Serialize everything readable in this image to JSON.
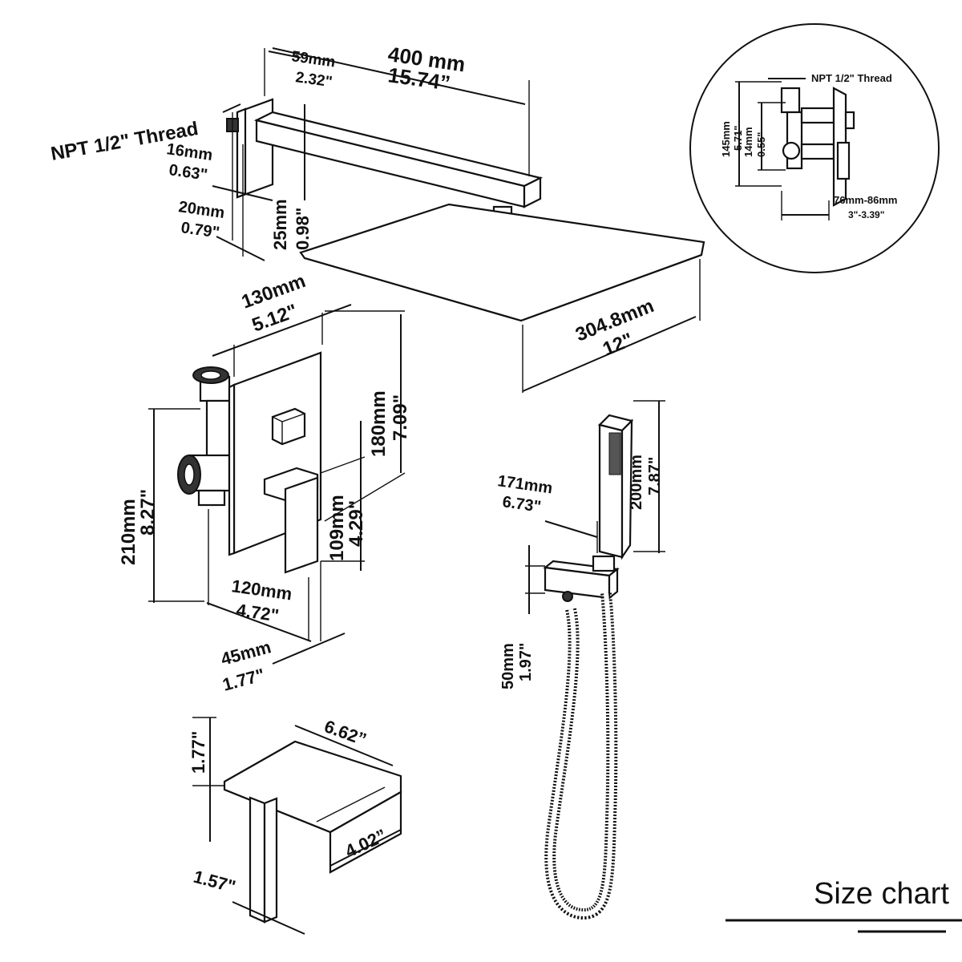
{
  "shower_arm": {
    "thread": "NPT 1/2\" Thread",
    "arm_len_mm": "400 mm",
    "arm_len_in": "15.74”",
    "flange_off_mm": "59mm",
    "flange_off_in": "2.32\"",
    "flange_thk_mm": "16mm",
    "flange_thk_in": "0.63\"",
    "flange_base_mm": "20mm",
    "flange_base_in": "0.79\"",
    "arm_h_mm": "25mm",
    "arm_h_in": "0.98\""
  },
  "shower_head": {
    "width_mm": "304.8mm",
    "width_in": "12\""
  },
  "valve": {
    "plate_w_mm": "130mm",
    "plate_w_in": "5.12\"",
    "plate_h_mm": "180mm",
    "plate_h_in": "7.09\"",
    "total_h_mm": "210mm",
    "total_h_in": "8.27\"",
    "handle_h_mm": "109mm",
    "handle_h_in": "4.29\"",
    "depth_mm": "120mm",
    "depth_in": "4.72\"",
    "handle_d_mm": "45mm",
    "handle_d_in": "1.77\""
  },
  "inset": {
    "thread": "NPT 1/2\" Thread",
    "h_mm": "145mm",
    "h_in": "5.71\"",
    "small_mm": "14mm",
    "small_in": "0.55\"",
    "range_mm": "76mm-86mm",
    "range_in": "3\"-3.39\""
  },
  "hand_shower": {
    "len_mm": "200mm",
    "len_in": "7.87\"",
    "reach_mm": "171mm",
    "reach_in": "6.73\"",
    "holder_mm": "50mm",
    "holder_in": "1.97\""
  },
  "spout": {
    "depth_in": "6.62”",
    "height_in": "1.77\"",
    "width_in": "4.02”",
    "base_in": "1.57\""
  },
  "footer": {
    "title": "Size chart"
  }
}
